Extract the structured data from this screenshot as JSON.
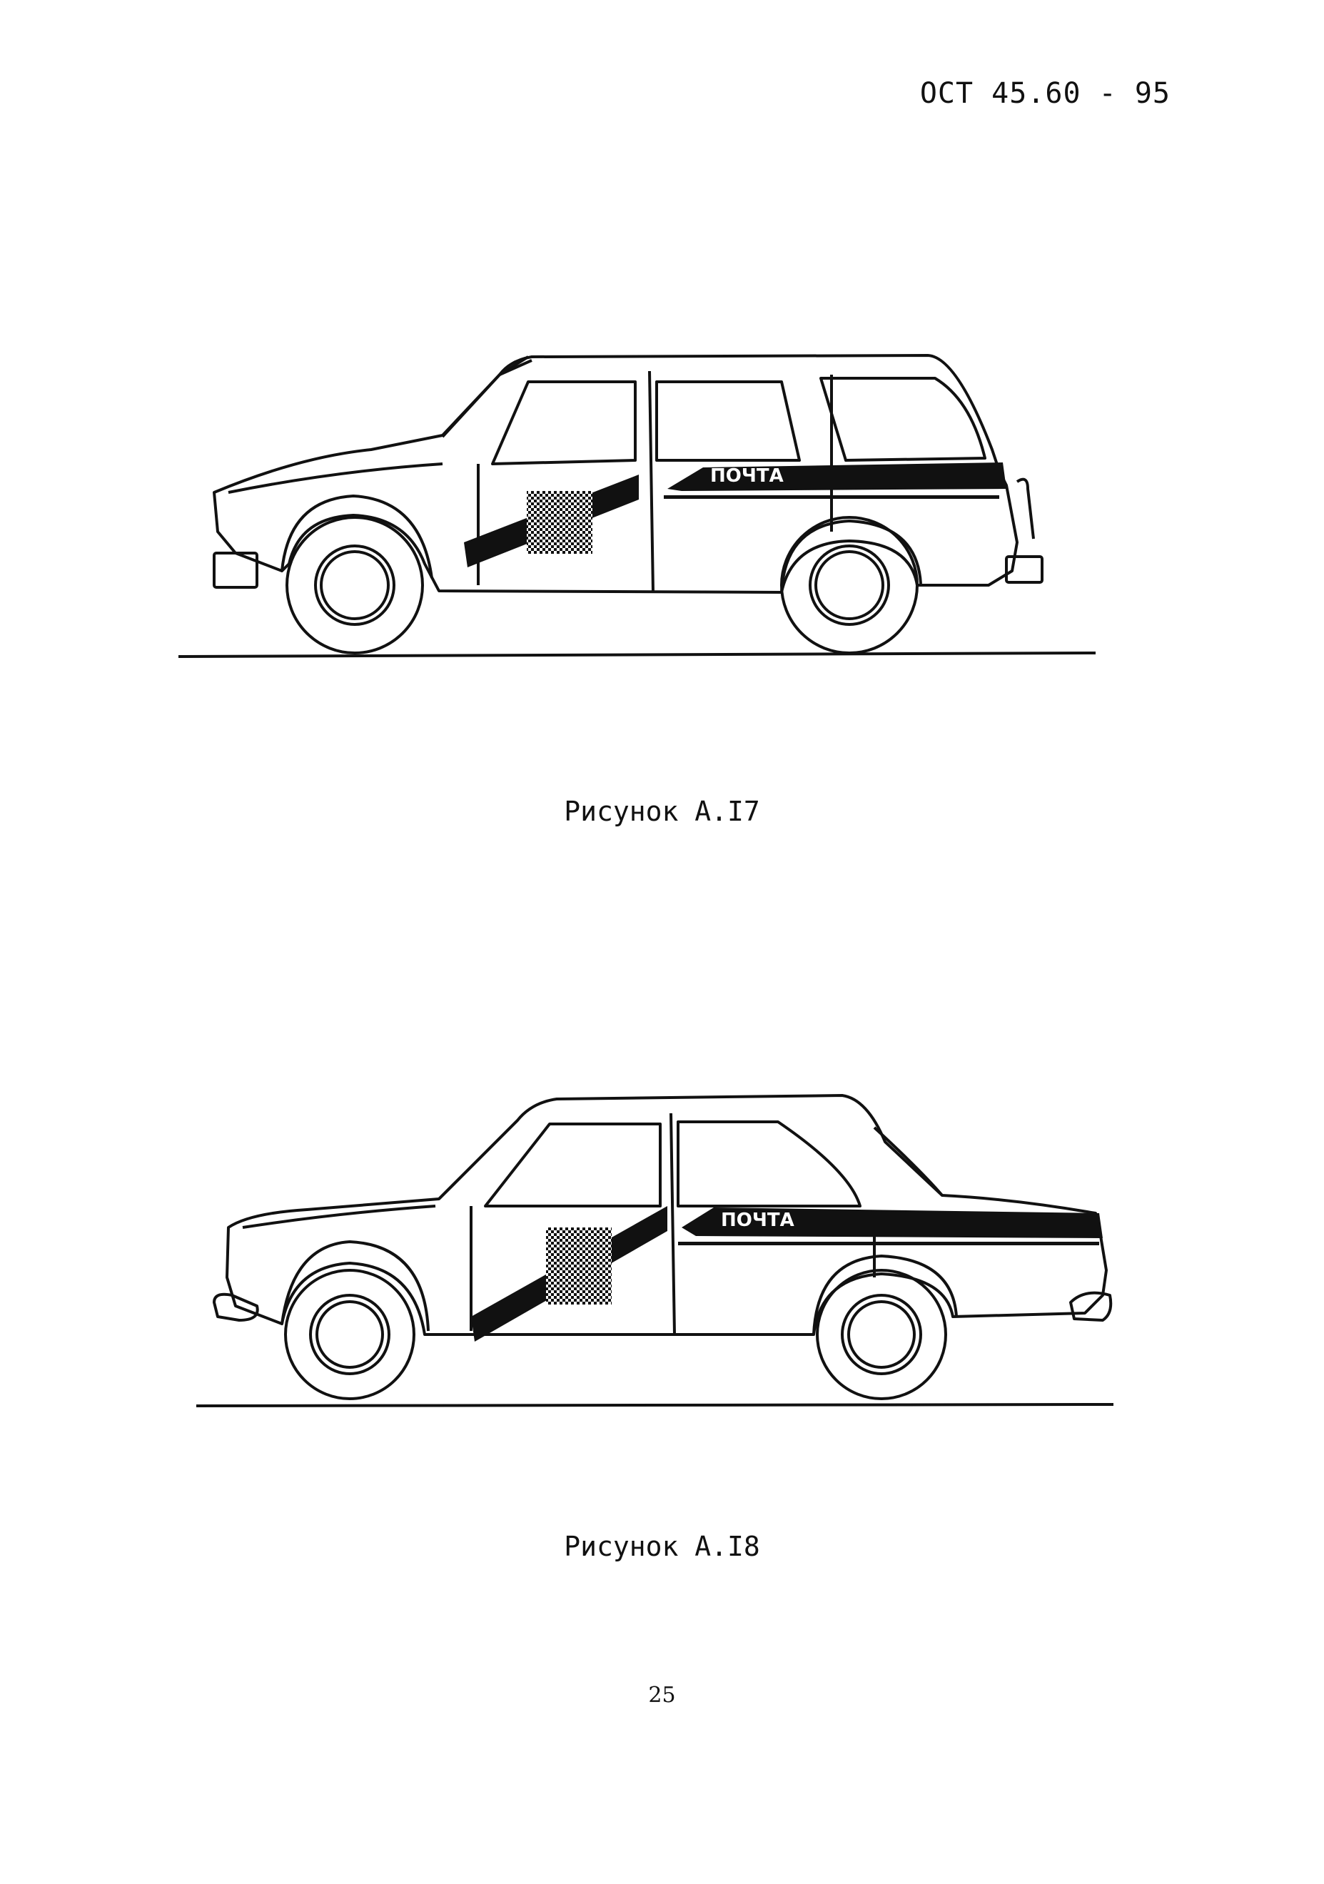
{
  "document": {
    "header": "ОСТ 45.60 - 95",
    "page_number": "25"
  },
  "figures": [
    {
      "caption": "Рисунок А.I7",
      "label": "ПОЧТА",
      "type": "wagon"
    },
    {
      "caption": "Рисунок А.I8",
      "label": "ПОЧТА",
      "type": "sedan"
    }
  ],
  "colors": {
    "ink": "#111111",
    "paper": "#ffffff"
  }
}
